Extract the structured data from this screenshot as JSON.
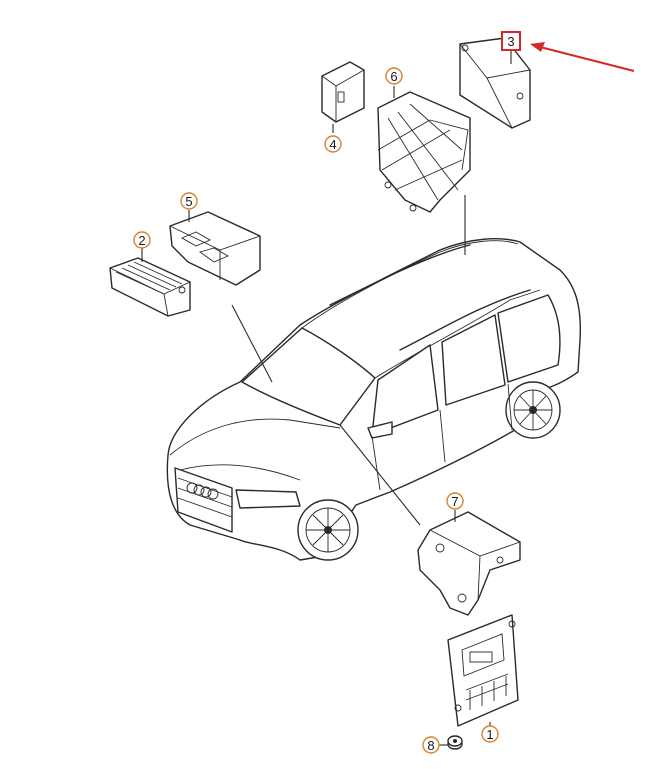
{
  "callouts": [
    {
      "id": "1",
      "label": "1"
    },
    {
      "id": "2",
      "label": "2"
    },
    {
      "id": "3",
      "label": "3"
    },
    {
      "id": "4",
      "label": "4"
    },
    {
      "id": "5",
      "label": "5"
    },
    {
      "id": "6",
      "label": "6"
    },
    {
      "id": "7",
      "label": "7"
    },
    {
      "id": "8",
      "label": "8"
    }
  ],
  "highlight": {
    "part": "3",
    "color": "#d62828",
    "arrow_color": "#d62828"
  },
  "colors": {
    "line": "#2a2a2a",
    "callout_ring": "#d4862f",
    "background": "#ffffff"
  }
}
